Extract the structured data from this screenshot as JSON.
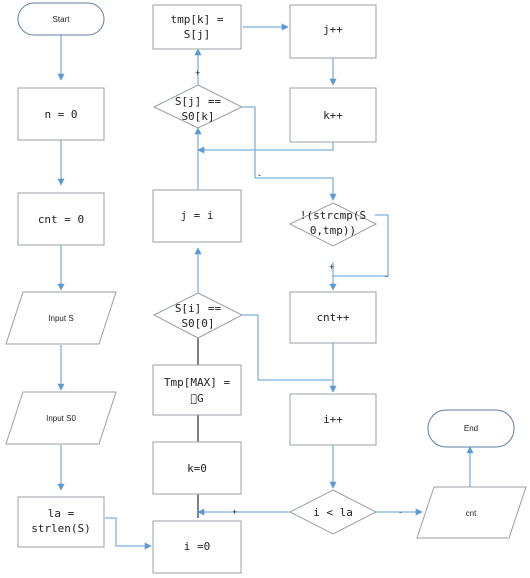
{
  "colors": {
    "arrow": "#5b9bd5",
    "shape_border": "#9aa0a6",
    "plain_line": "#000000"
  },
  "nodes": {
    "start": "Start",
    "n_init": "n = 0",
    "cnt_init": "cnt = 0",
    "input_s": "Input S",
    "input_s0": "Input S0",
    "la_line1": "la =",
    "la_line2": "strlen(S)",
    "i_init": "i =0",
    "k_init": "k=0",
    "tmp_line1": "Tmp[MAX] =",
    "tmp_line2": "\u0000G",
    "cond_si_line1": "S[i] ==",
    "cond_si_line2": "S0[0]",
    "j_assign": "j = i",
    "cond_sj_line1": "S[j] ==",
    "cond_sj_line2": "S0[k]",
    "tmp_copy_line1": "tmp[k] =",
    "tmp_copy_line2": "S[j]",
    "j_inc": "j++",
    "k_inc": "k++",
    "strcmp_line1": "!(strcmp(S",
    "strcmp_line2": "0,tmp))",
    "cnt_inc": "cnt++",
    "i_inc": "i++",
    "cond_i_la": "i < la",
    "output_cnt": "cnt",
    "end": "End"
  },
  "signs": {
    "plus": "+",
    "minus": "-"
  }
}
